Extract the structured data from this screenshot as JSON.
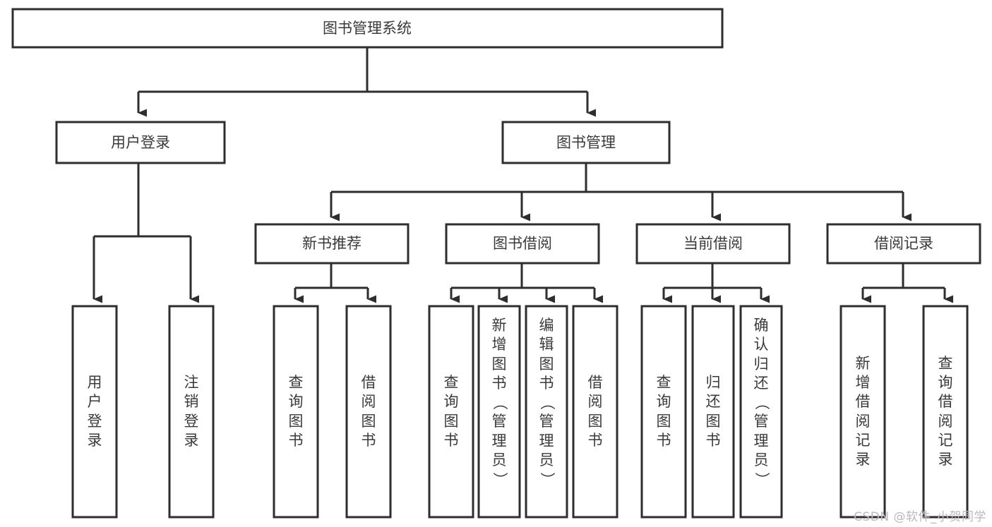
{
  "diagram": {
    "title": "图书管理系统",
    "type": "tree-hierarchy-chart",
    "root": {
      "label": "图书管理系统"
    },
    "level2": [
      {
        "label": "用户登录"
      },
      {
        "label": "图书管理"
      }
    ],
    "level3": [
      {
        "label": "新书推荐"
      },
      {
        "label": "图书借阅"
      },
      {
        "label": "当前借阅"
      },
      {
        "label": "借阅记录"
      }
    ],
    "leaves": {
      "user_login": [
        {
          "label": "用户登录"
        },
        {
          "label": "注销登录"
        }
      ],
      "new_book_recommend": [
        {
          "label": "查询图书"
        },
        {
          "label": "借阅图书"
        }
      ],
      "book_borrow": [
        {
          "label": "查询图书"
        },
        {
          "label": "新增图书（管理员）"
        },
        {
          "label": "编辑图书（管理员）"
        },
        {
          "label": "借阅图书"
        }
      ],
      "current_borrow": [
        {
          "label": "查询图书"
        },
        {
          "label": "归还图书"
        },
        {
          "label": "确认归还（管理员）"
        }
      ],
      "borrow_record": [
        {
          "label": "新增借阅记录"
        },
        {
          "label": "查询借阅记录"
        }
      ]
    }
  },
  "watermark": {
    "text": "CSDN @软件_小贺同学"
  },
  "colors": {
    "stroke": "#2e2e2e",
    "box_fill": "#ffffff",
    "text": "#3a3a3a",
    "background": "#ffffff",
    "watermark": "#b9b9b9"
  }
}
